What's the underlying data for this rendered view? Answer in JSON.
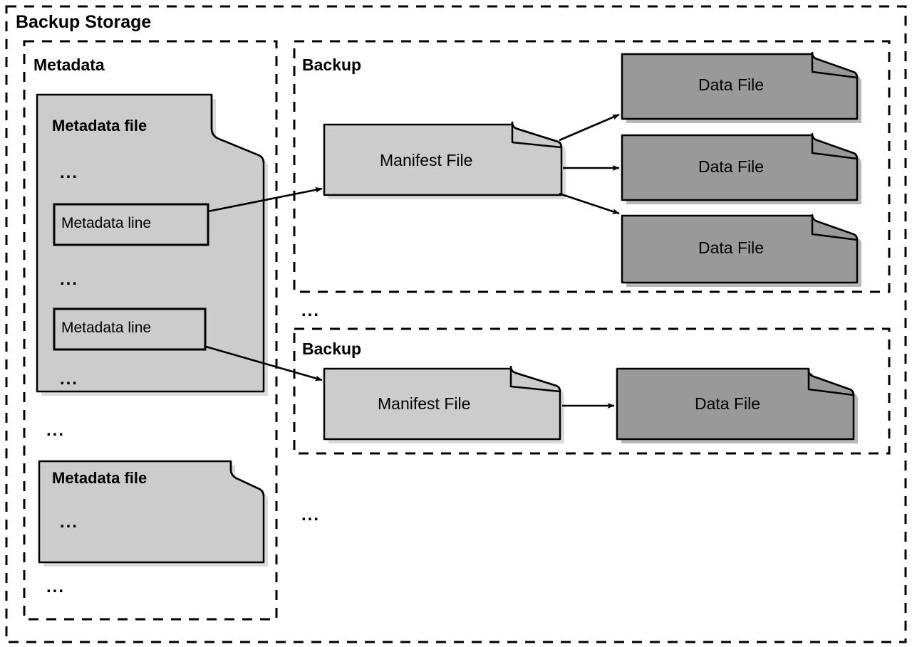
{
  "diagram": {
    "title": "Backup Storage",
    "type": "backup-storage-architecture",
    "colors": {
      "document_light": "#cccccc",
      "document_dark": "#999999",
      "stroke": "#000000",
      "background": "#ffffff"
    }
  },
  "groups": {
    "metadata": {
      "label": "Metadata"
    },
    "backup_one": {
      "label": "Backup"
    },
    "backup_two": {
      "label": "Backup"
    }
  },
  "metadata_files": [
    {
      "title": "Metadata file",
      "ellipsis_top": "...",
      "lines": [
        {
          "label": "Metadata line"
        },
        {
          "label": "Metadata line"
        }
      ],
      "ellipsis_mid": "...",
      "ellipsis_bottom": "..."
    },
    {
      "title": "Metadata file",
      "ellipsis_top": "..."
    }
  ],
  "metadata_section_ellipses": {
    "between_files": "...",
    "after_files": "..."
  },
  "backup_one": {
    "manifest": {
      "label": "Manifest File"
    },
    "data_files": [
      {
        "label": "Data File"
      },
      {
        "label": "Data File"
      },
      {
        "label": "Data File"
      }
    ]
  },
  "backup_two": {
    "manifest": {
      "label": "Manifest File"
    },
    "data_files": [
      {
        "label": "Data File"
      }
    ]
  },
  "backup_section_ellipses": {
    "between_backups": "...",
    "after_backups": "..."
  }
}
